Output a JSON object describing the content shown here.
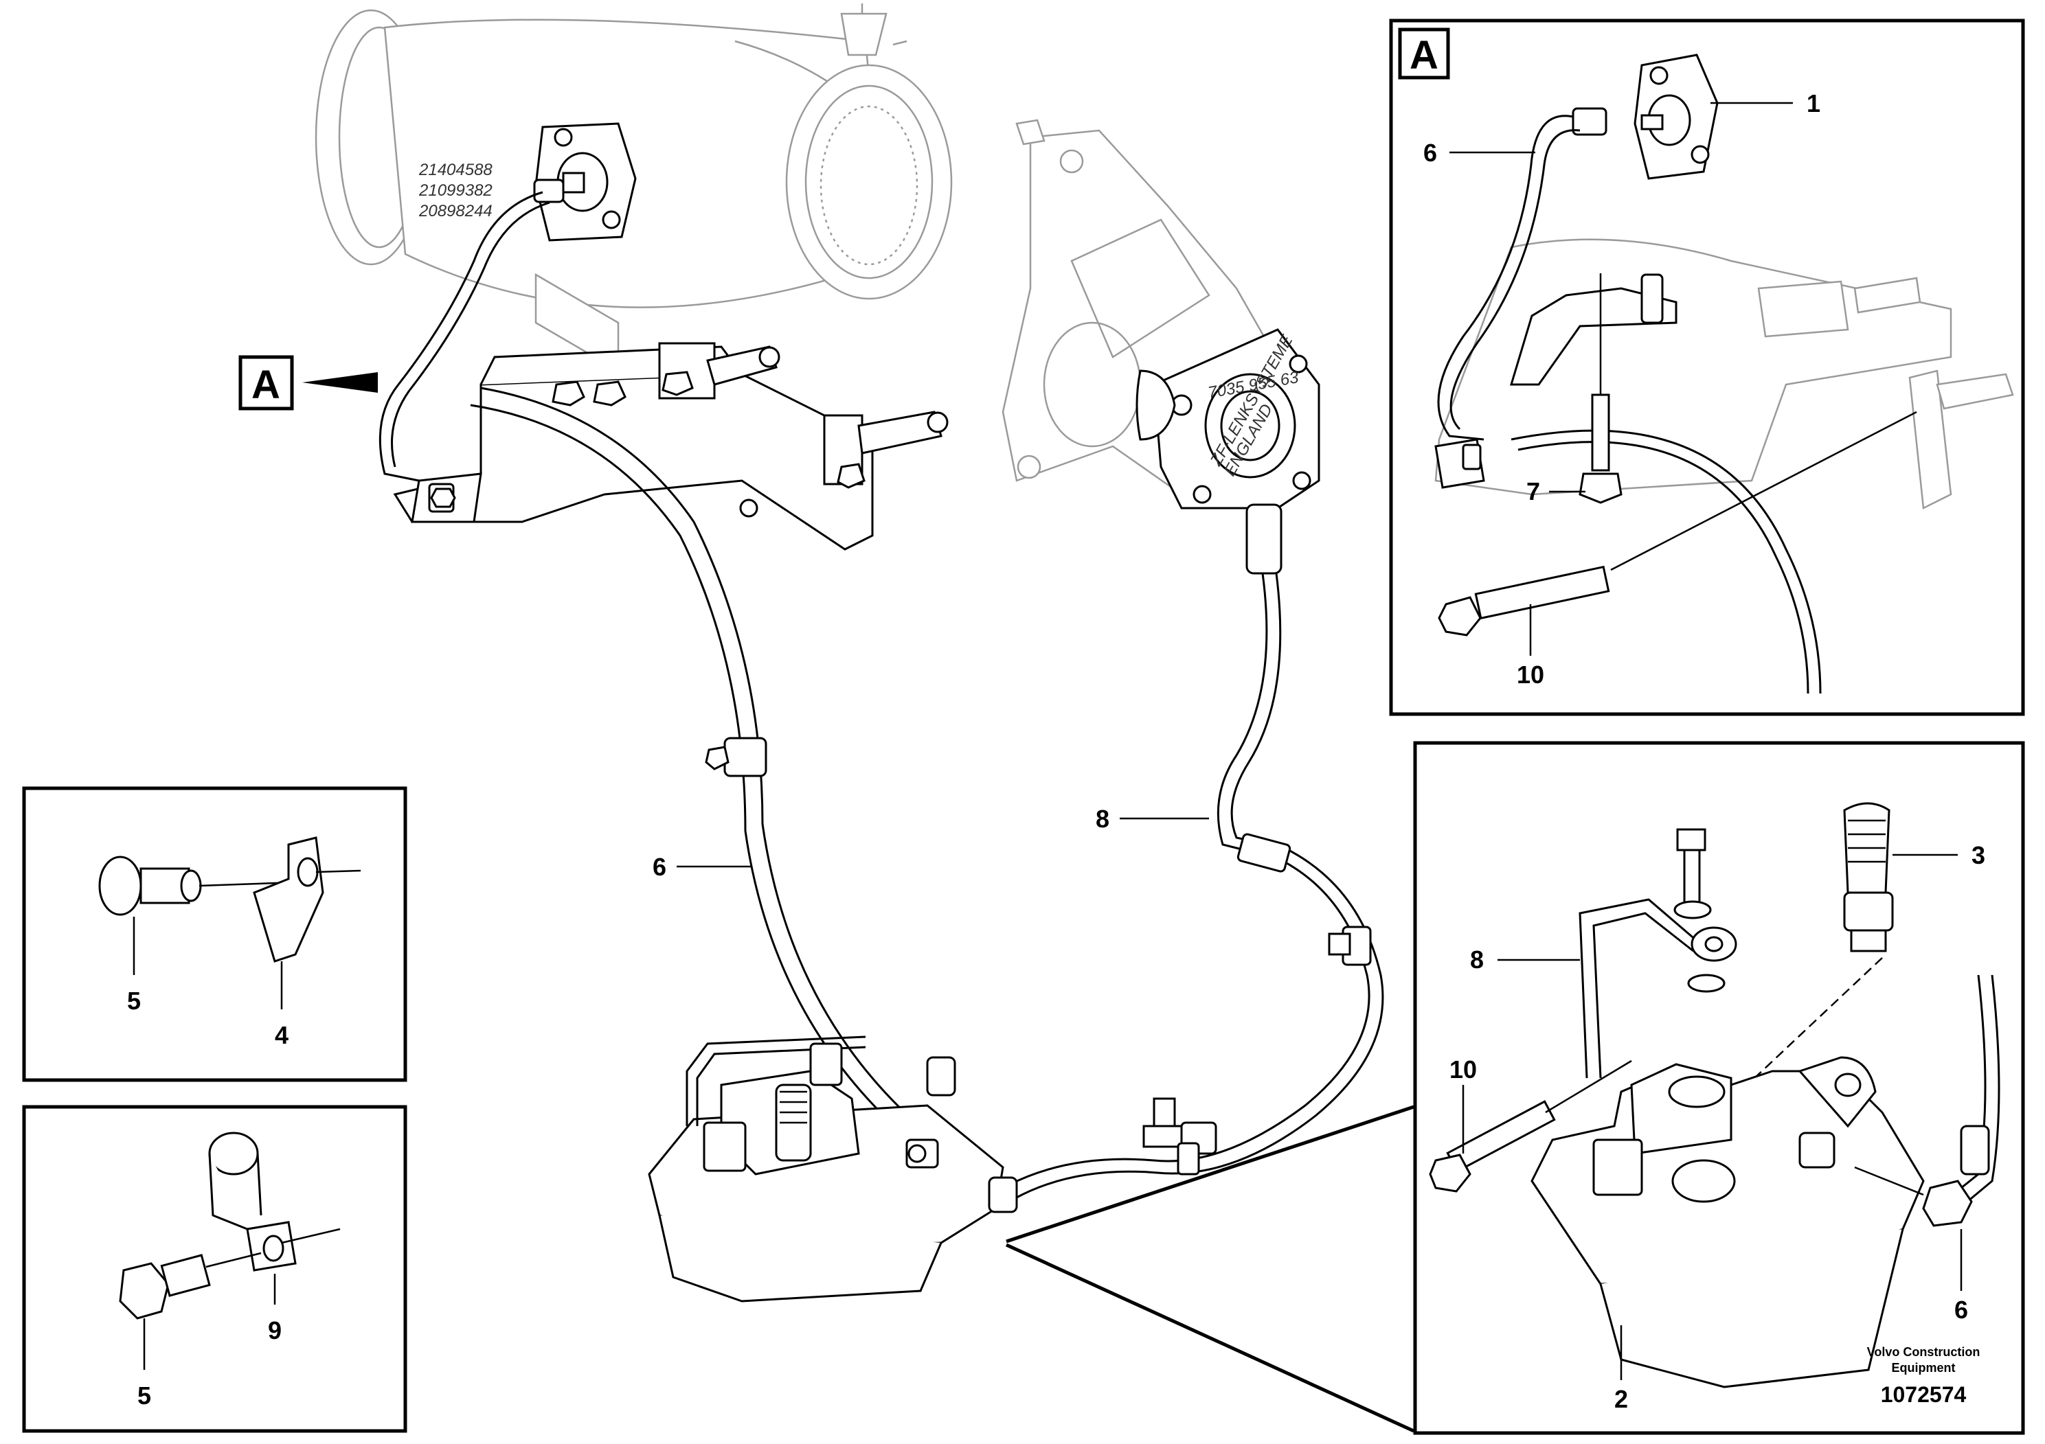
{
  "callouts": {
    "view_a": "A",
    "detail_a": "A"
  },
  "casting_stamp": {
    "line1": "21404588",
    "line2": "21099382",
    "line3": "20898244"
  },
  "pump_stamp": {
    "line1": "7035 955 63",
    "line2": "ZF-LENKSYSTEME",
    "line3": "ENGLAND"
  },
  "main_labels": {
    "hose": "6",
    "pipe": "8"
  },
  "detail_a_labels": {
    "sensor": "1",
    "hose": "6",
    "screw": "7",
    "bolt": "10"
  },
  "detail_sensor_labels": {
    "sensor": "3",
    "pipe": "8",
    "bolt": "10",
    "hose": "6",
    "block": "2"
  },
  "inset_clip_labels": {
    "screw": "5",
    "clip": "4"
  },
  "inset_clamp_labels": {
    "screw": "5",
    "clamp": "9"
  },
  "credit": {
    "line1": "Volvo Construction",
    "line2": "Equipment",
    "doc_number": "1072574"
  }
}
